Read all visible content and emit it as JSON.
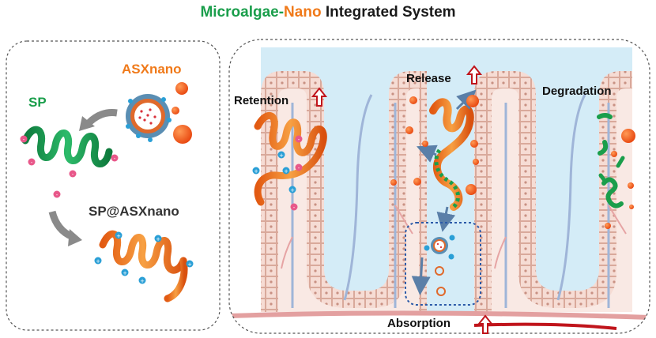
{
  "title": {
    "part1": "Microalgae",
    "dash": "-",
    "part2": "Nano",
    "part3": " Integrated System"
  },
  "left_panel": {
    "asxnano_label": "ASXnano",
    "sp_label": "SP",
    "complex_label": "SP@ASXnano"
  },
  "right_panel": {
    "retention_label": "Retention",
    "release_label": "Release",
    "degradation_label": "Degradation",
    "absorption_label": "Absorption"
  },
  "colors": {
    "green": "#1a9e4b",
    "orange": "#f07a1a",
    "red_arrow": "#c0141b",
    "cyan_ion": "#2a9fd6",
    "pink_ion": "#e8588a"
  }
}
